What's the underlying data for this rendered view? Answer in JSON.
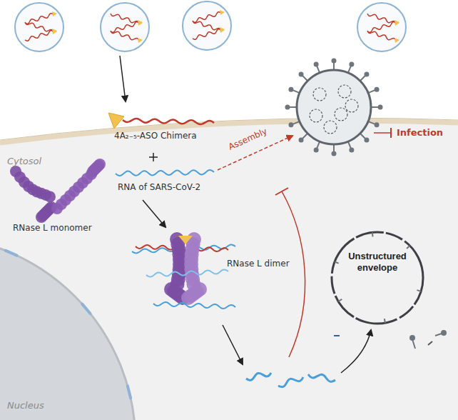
{
  "diagram": {
    "nodes": [
      {
        "text": [
          "Unstructured envelope"
        ]
      }
    ],
    "labels": [
      "Cytosol",
      "Nucleus",
      "4A₂₋₅-ASO Chimera",
      "RNA of SARS-CoV-2",
      "RNase L monomer",
      "Assembly",
      "Infection",
      "RNase L dimer"
    ]
  }
}
